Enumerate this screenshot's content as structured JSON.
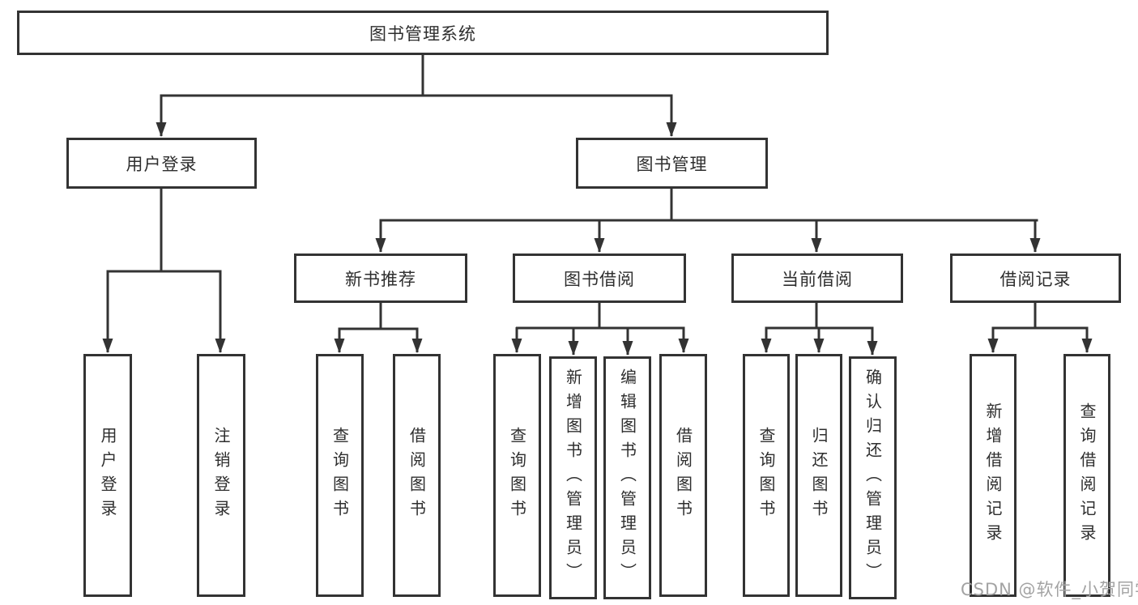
{
  "diagram": {
    "root": "图书管理系统",
    "level2": {
      "user_login": "用户登录",
      "book_mgmt": "图书管理"
    },
    "level3": {
      "recommend": "新书推荐",
      "borrow": "图书借阅",
      "current": "当前借阅",
      "records": "借阅记录"
    },
    "leaves": {
      "login": [
        "用户登录",
        "注销登录"
      ],
      "recommend": [
        "查询图书",
        "借阅图书"
      ],
      "borrow": [
        "查询图书",
        "新增图书（管理员）",
        "编辑图书（管理员）",
        "借阅图书"
      ],
      "current": [
        "查询图书",
        "归还图书",
        "确认归还（管理员）"
      ],
      "records": [
        "新增借阅记录",
        "查询借阅记录"
      ]
    },
    "colors": {
      "line": "#333333",
      "text": "#2e2e2e",
      "watermark": "#a3a3a3",
      "background": "#ffffff"
    }
  },
  "watermark": "CSDN @软件_小贺同学"
}
